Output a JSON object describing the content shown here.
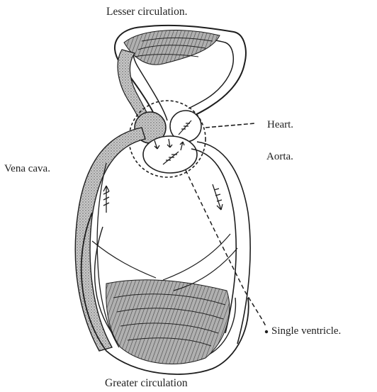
{
  "labels": {
    "top": "Lesser circulation.",
    "heart": "Heart.",
    "aorta": "Aorta.",
    "vena_cava": "Vena cava.",
    "ventricle": "Single ventricle.",
    "bottom": "Greater circulation"
  },
  "colors": {
    "ink": "#1e1e1e",
    "vessel_shade": "#9a9a9a",
    "paper": "#ffffff"
  }
}
